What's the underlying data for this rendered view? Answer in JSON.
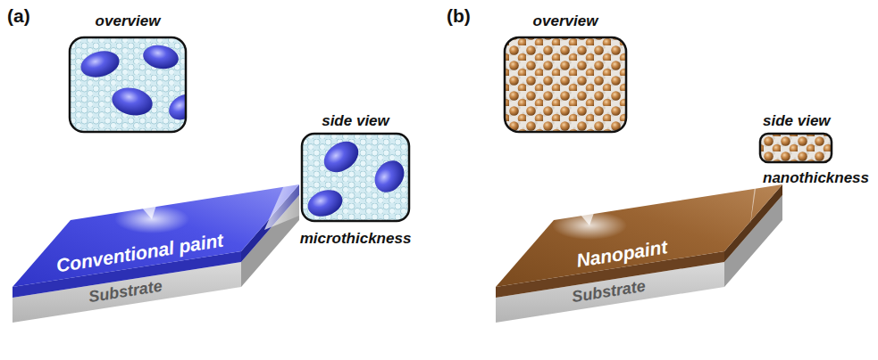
{
  "diagram": {
    "nodes": [
      {
        "text": [
          "overview"
        ]
      },
      {
        "text": [
          "side view",
          "microthickness"
        ]
      },
      {
        "text": [
          "Conventional paint"
        ]
      },
      {
        "text": [
          "Substrate"
        ]
      },
      {
        "text": [
          "overview"
        ]
      },
      {
        "text": [
          "side view",
          "nanothickness"
        ]
      },
      {
        "text": [
          "Nanopaint"
        ]
      },
      {
        "text": [
          "Substrate"
        ]
      }
    ],
    "labels": [
      "(a)",
      "(b)"
    ]
  }
}
